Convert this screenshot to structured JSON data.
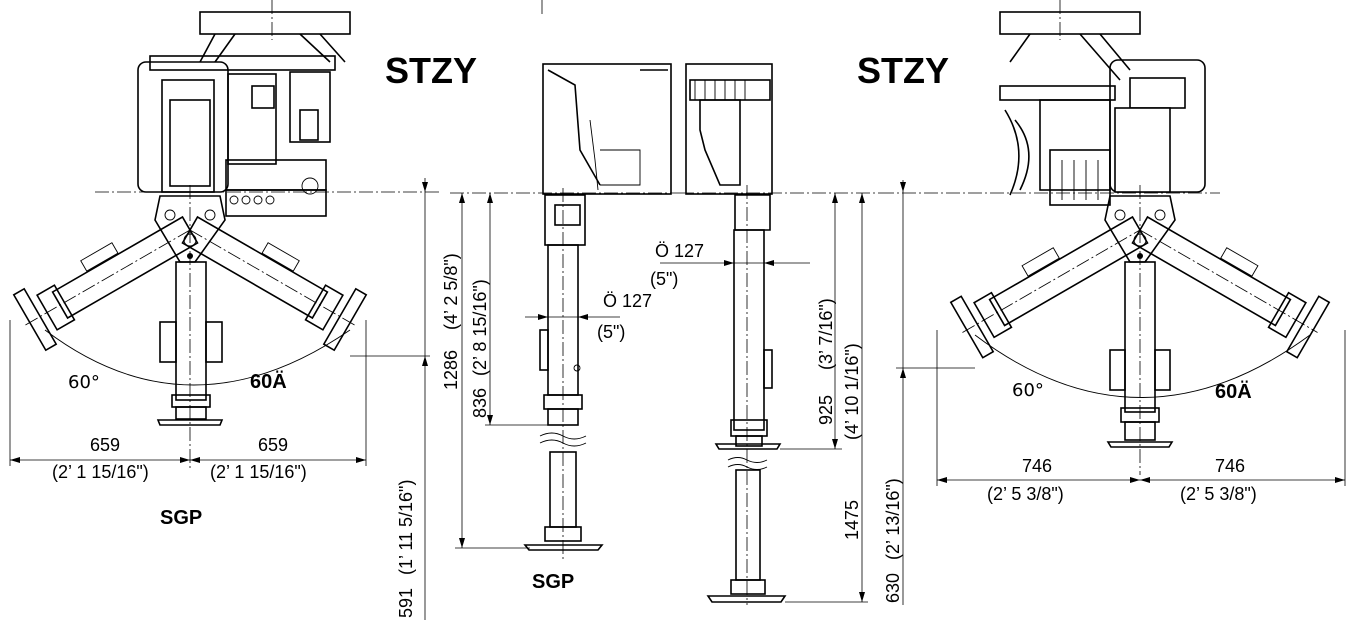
{
  "views": {
    "left": {
      "title": "STZY",
      "model": "SGP",
      "angle_plain": "60°",
      "angle_bold": "60Ä",
      "width_left_mm": "659",
      "width_left_in": "(2’ 1 15/16\")",
      "width_right_mm": "659",
      "width_right_in": "(2’ 1 15/16\")",
      "height_mm": "591",
      "height_in": "(1’ 11 5/16\")"
    },
    "center_left": {
      "model": "SGP",
      "dia_mm": "Ö  127",
      "dia_in": "(5\")",
      "total_mm": "1286",
      "total_in": "(4’ 2 5/8\")",
      "upper_mm": "836",
      "upper_in": "(2’ 8 15/16\")"
    },
    "center_right": {
      "dia_mm": "Ö  127",
      "dia_in": "(5\")",
      "upper_mm": "925",
      "upper_in": "(3’ 7/16\")",
      "total_mm": "1475",
      "total_in": "(4’ 10 1/16\")"
    },
    "right": {
      "title": "STZY",
      "angle_plain": "60°",
      "angle_bold": "60Ä",
      "width_left_mm": "746",
      "width_left_in": "(2’ 5 3/8\")",
      "width_right_mm": "746",
      "width_right_in": "(2’ 5 3/8\")",
      "height_mm": "630",
      "height_in": "(2’ 13/16\")"
    }
  }
}
